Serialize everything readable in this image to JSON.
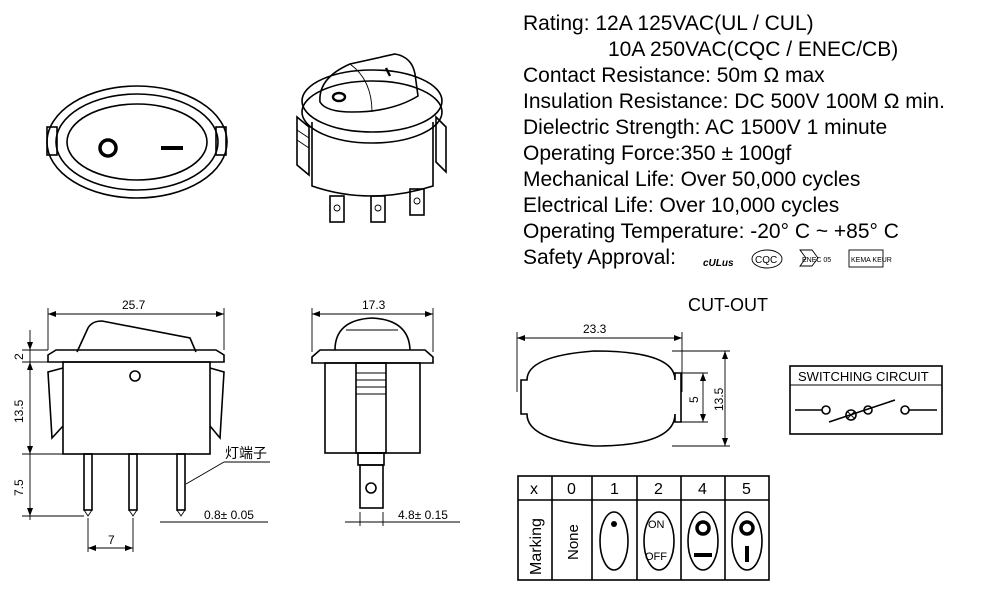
{
  "specs": {
    "rating_1": "Rating: 12A 125VAC(UL / CUL)",
    "rating_2": "10A  250VAC(CQC / ENEC/CB)",
    "contact_resistance": "Contact Resistance: 50m Ω max",
    "insulation_resistance": "Insulation Resistance: DC 500V 100M Ω min.",
    "dielectric_strength": "Dielectric Strength: AC 1500V 1 minute",
    "operating_force": "Operating Force:350 ± 100gf",
    "mechanical_life": "Mechanical Life: Over 50,000 cycles",
    "electrical_life": "Electrical Life: Over 10,000 cycles",
    "operating_temperature": "Operating Temperature: -20°  C ~ +85°  C",
    "safety_approval": "Safety Approval:"
  },
  "approval_marks": [
    "cULus",
    "CQC",
    "ENEC 05",
    "KEMA KEUR"
  ],
  "dimensions": {
    "front_width": "25.7",
    "cap_height": "2",
    "body_height": "13.5",
    "terminal_length": "7.5",
    "terminal_thickness": "0.8± 0.05",
    "terminal_pitch": "7",
    "lamp_terminal_label": "灯端子",
    "side_width": "17.3",
    "side_terminal_width": "4.8± 0.15",
    "cutout_width": "23.3",
    "cutout_notch": "5",
    "cutout_height": "13.5"
  },
  "cutout_title": "CUT-OUT",
  "switching_circuit_title": "SWITCHING CIRCUIT",
  "marking_table": {
    "header_label": "x",
    "columns": [
      "0",
      "1",
      "2",
      "4",
      "5"
    ],
    "row_label": "Marking",
    "none_text": "None",
    "on_text": "ON",
    "off_text": "OFF"
  }
}
